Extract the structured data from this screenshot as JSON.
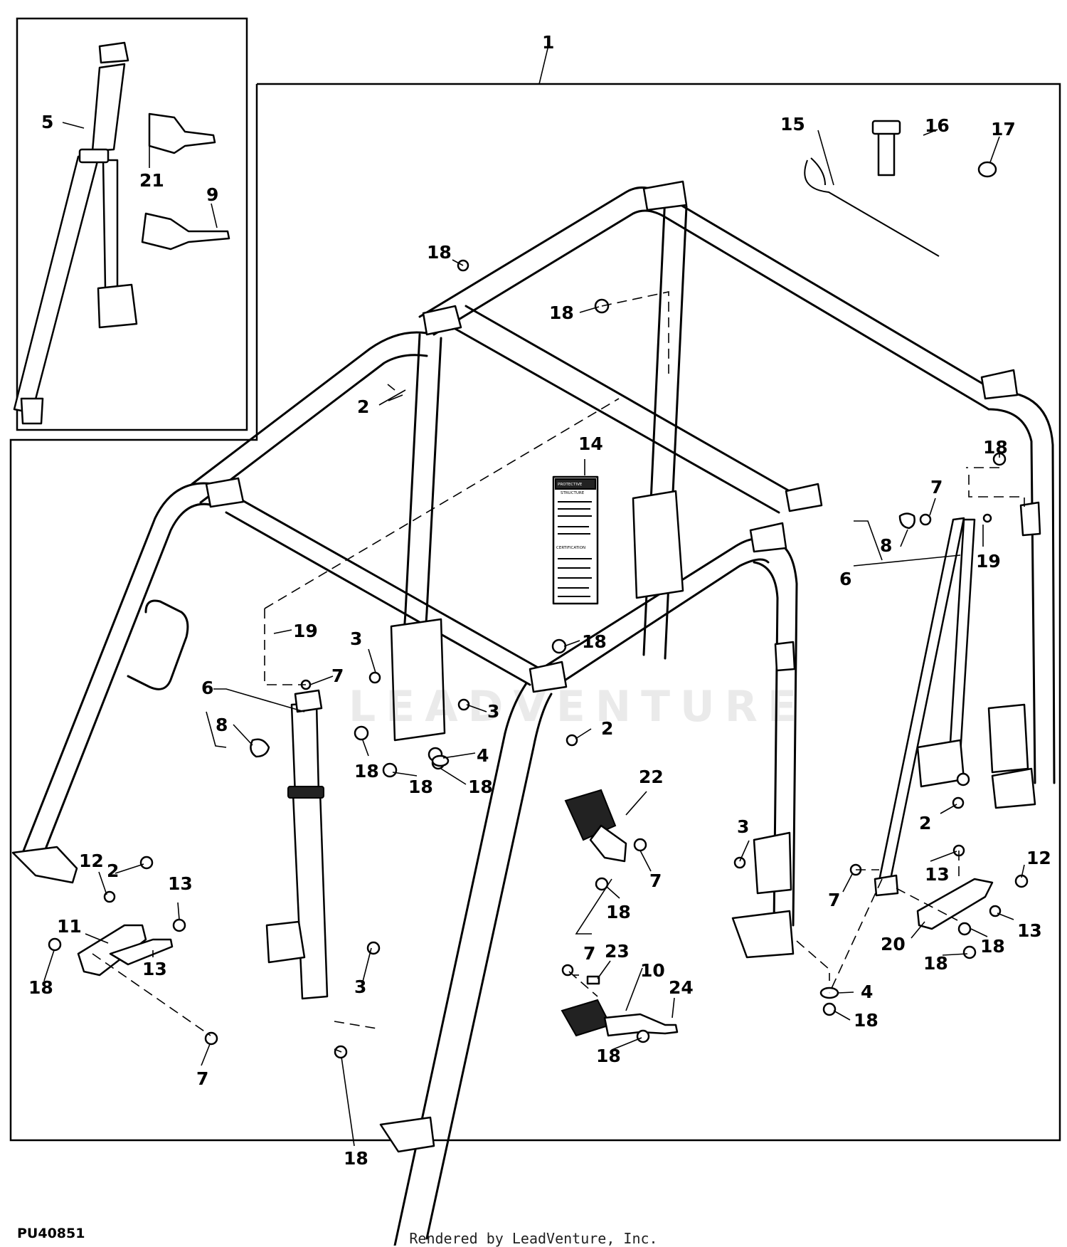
{
  "document": {
    "figure_id": "PU40851",
    "footer": "Rendered by LeadVenture, Inc.",
    "watermark": "LEADVENTURE",
    "label_14_lines": [
      "PROTECTIVE",
      "STRUCTURE",
      "CERTIFICATION"
    ]
  },
  "callouts": {
    "c1": "1",
    "c2": "2",
    "c3": "3",
    "c4": "4",
    "c5": "5",
    "c6": "6",
    "c7": "7",
    "c8": "8",
    "c9": "9",
    "c10": "10",
    "c11": "11",
    "c12": "12",
    "c13": "13",
    "c14": "14",
    "c15": "15",
    "c16": "16",
    "c17": "17",
    "c18": "18",
    "c19": "19",
    "c20": "20",
    "c21": "21",
    "c22": "22",
    "c23": "23",
    "c24": "24"
  }
}
